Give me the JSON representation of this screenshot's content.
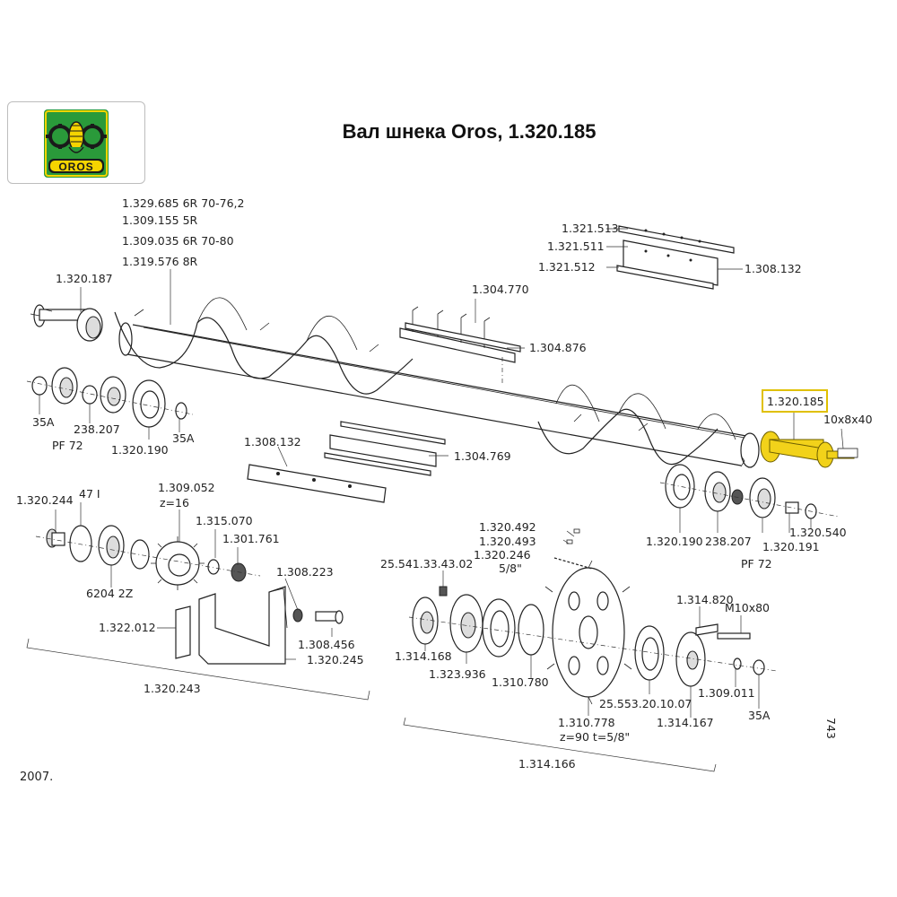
{
  "title": "Вал шнека Oros, 1.320.185",
  "logo": {
    "text": "OROS",
    "green": "#2a9a3a",
    "yellow": "#f5d400",
    "dark": "#1a1a1a"
  },
  "highlight": {
    "color": "#f2d21a",
    "label": "1.320.185"
  },
  "year": "2007.",
  "page_number": "743",
  "labels": {
    "auger": [
      "1.329.685  6R 70-76,2",
      "1.309.155  5R",
      "1.309.035  6R 70-80",
      "1.319.576  8R"
    ],
    "l_1320187": "1.320.187",
    "l_1321513": "1.321.513",
    "l_1321511": "1.321.511",
    "l_1321512": "1.321.512",
    "l_1308132a": "1.308.132",
    "l_1304770": "1.304.770",
    "l_1304876": "1.304.876",
    "l_1308132b": "1.308.132",
    "l_1304769": "1.304.769",
    "l_10x8x40": "10x8x40",
    "l_35a_left": "35A",
    "l_238207_left": "238.207",
    "l_pf72_left": "PF 72",
    "l_1320190_left": "1.320.190",
    "l_35a_left2": "35A",
    "l_1320190_right": "1.320.190",
    "l_238207_right": "238.207",
    "l_1320191": "1.320.191",
    "l_1320540": "1.320.540",
    "l_pf72_right": "PF 72",
    "l_1320244": "1.320.244",
    "l_47i": "47 I",
    "l_6204": "6204 2Z",
    "l_1309052": "1.309.052",
    "l_z16": "z=16",
    "l_1315070": "1.315.070",
    "l_1301761": "1.301.761",
    "l_1308223": "1.308.223",
    "l_1322012": "1.322.012",
    "l_1308456": "1.308.456",
    "l_1320245": "1.320.245",
    "l_1320243": "1.320.243",
    "l_1320492": "1.320.492",
    "l_1320493": "1.320.493",
    "l_1320246": "1.320.246",
    "l_58": "5/8\"",
    "l_25541": "25.541.33.43.02",
    "l_1314168": "1.314.168",
    "l_1323936": "1.323.936",
    "l_1310780": "1.310.780",
    "l_1310778": "1.310.778",
    "l_z90": "z=90 t=5/8\"",
    "l_1314166": "1.314.166",
    "l_25553": "25.553.20.10.07",
    "l_1314167": "1.314.167",
    "l_1314820": "1.314.820",
    "l_m10x80": "M10x80",
    "l_1309011": "1.309.011",
    "l_35a_right": "35A"
  }
}
